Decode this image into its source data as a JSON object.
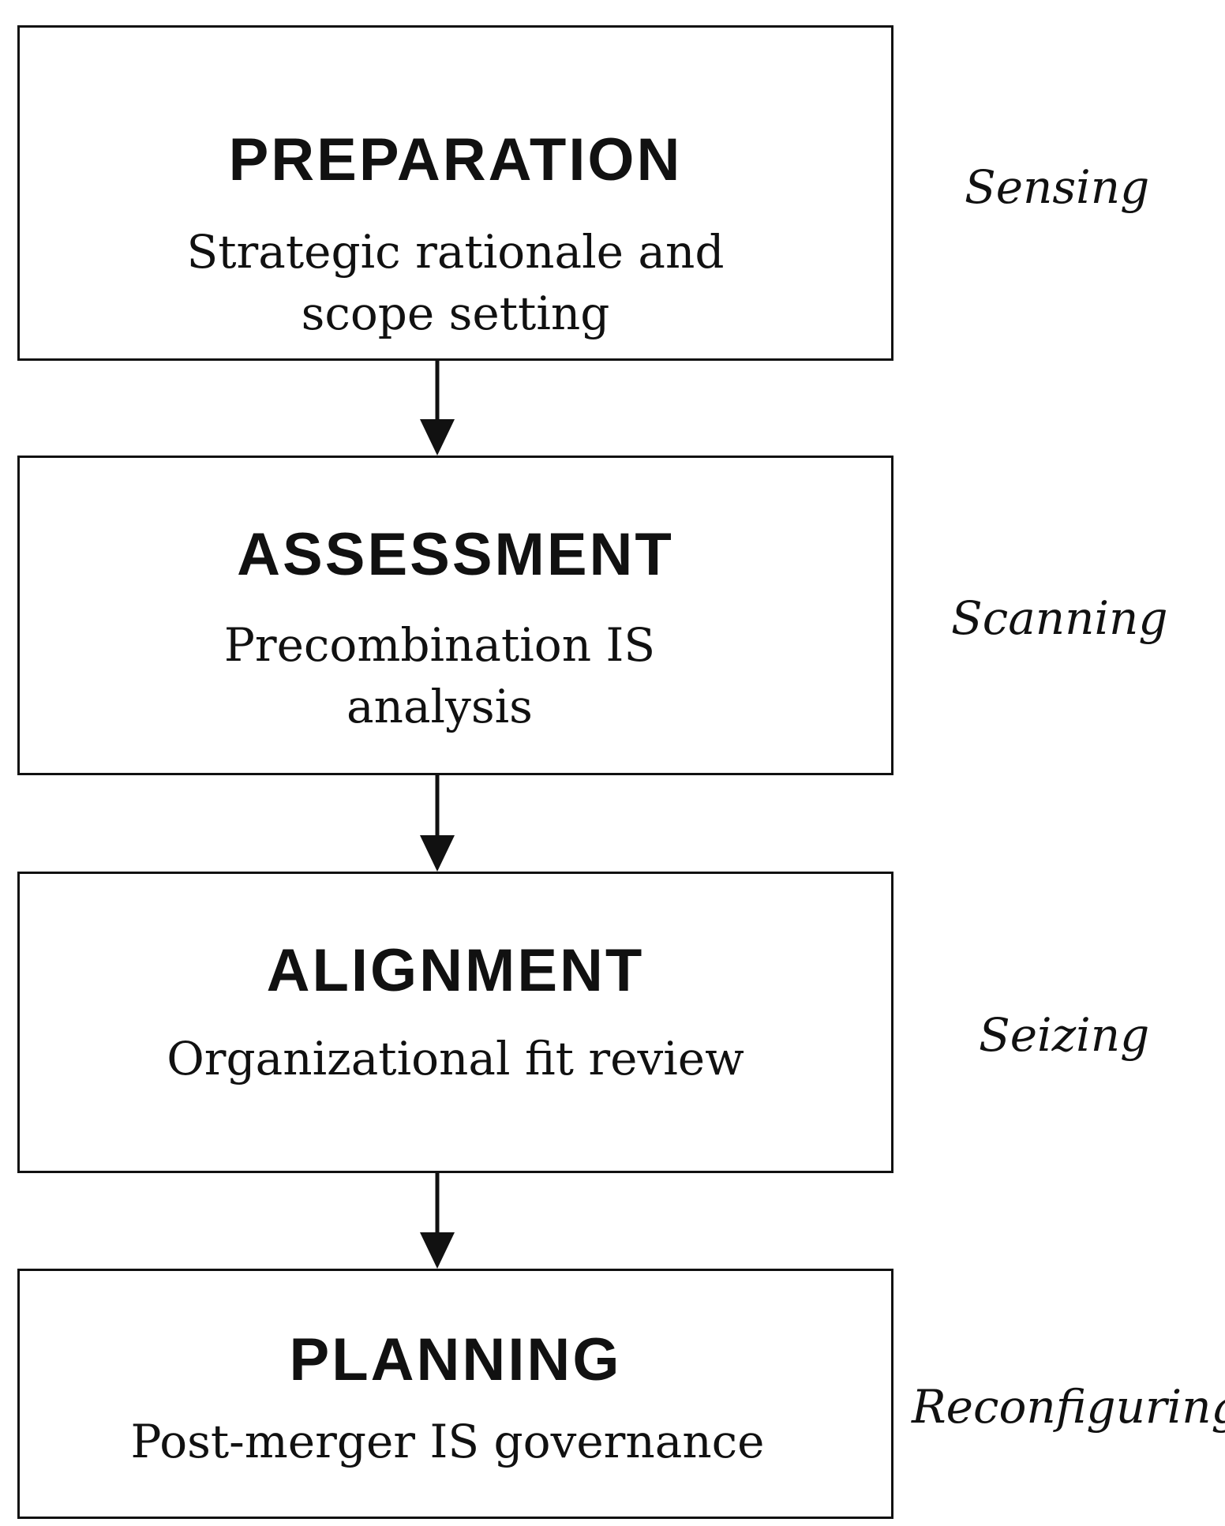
{
  "stages": [
    {
      "title": "PREPARATION",
      "description_lines": [
        "Strategic rationale and",
        "scope setting"
      ],
      "capability": "Sensing"
    },
    {
      "title": "ASSESSMENT",
      "description_lines": [
        "Precombination IS",
        "analysis"
      ],
      "capability": "Scanning"
    },
    {
      "title": "ALIGNMENT",
      "description_lines": [
        "Organizational fit review"
      ],
      "capability": "Seizing"
    },
    {
      "title": "PLANNING",
      "description_lines": [
        "Post-merger IS governance"
      ],
      "capability": "Reconfiguring"
    }
  ]
}
